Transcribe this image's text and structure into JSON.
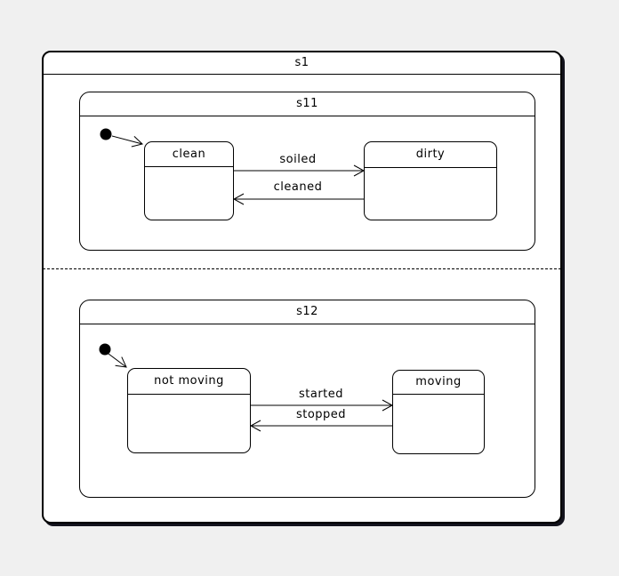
{
  "colors": {
    "background": "#f0f0f0",
    "state_fill": "#ffffff",
    "line": "#000000",
    "shadow": "#13131d"
  },
  "diagram": {
    "type": "uml-state-machine",
    "root_state": {
      "label": "s1"
    },
    "regions": [
      {
        "composite_state": {
          "label": "s11"
        },
        "initial_pseudostate": {
          "target": "clean"
        },
        "states": [
          {
            "label": "clean"
          },
          {
            "label": "dirty"
          }
        ],
        "transitions": [
          {
            "label": "soiled",
            "from": "clean",
            "to": "dirty"
          },
          {
            "label": "cleaned",
            "from": "dirty",
            "to": "clean"
          }
        ]
      },
      {
        "composite_state": {
          "label": "s12"
        },
        "initial_pseudostate": {
          "target": "not moving"
        },
        "states": [
          {
            "label": "not moving"
          },
          {
            "label": "moving"
          }
        ],
        "transitions": [
          {
            "label": "started",
            "from": "not moving",
            "to": "moving"
          },
          {
            "label": "stopped",
            "from": "moving",
            "to": "not moving"
          }
        ]
      }
    ]
  }
}
